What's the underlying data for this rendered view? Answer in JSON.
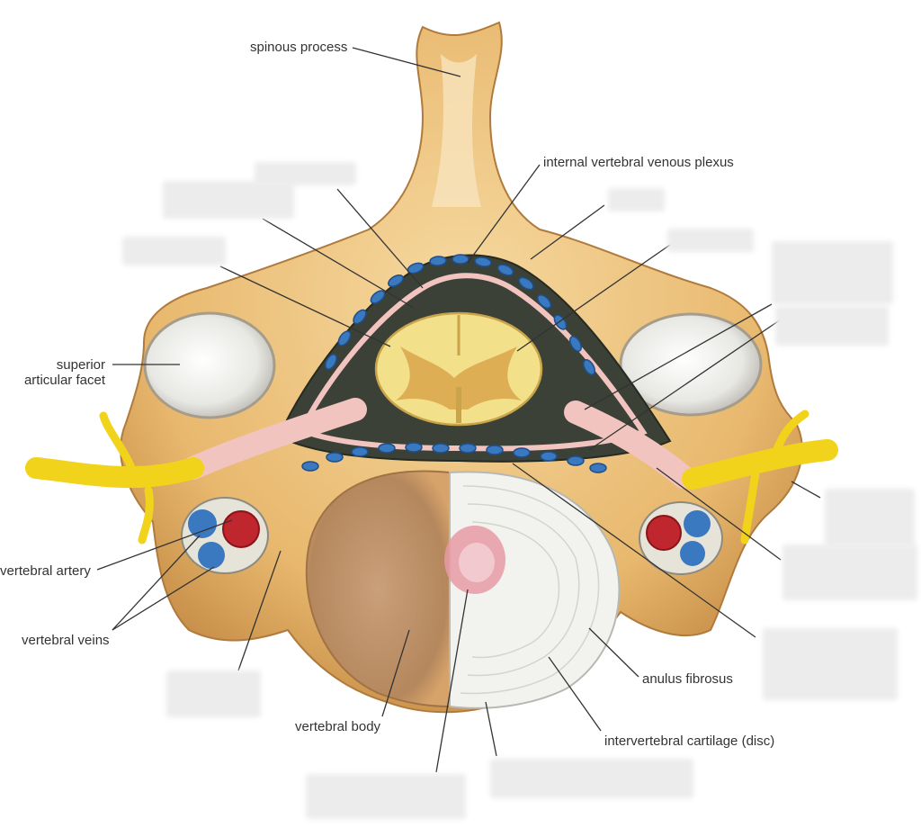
{
  "diagram": {
    "labels": {
      "spinous_process": "spinous process",
      "internal_venous_plexus": "internal vertebral venous plexus",
      "superior_facet_line1": "superior",
      "superior_facet_line2": "articular facet",
      "vertebral_artery": "vertebral artery",
      "vertebral_veins": "vertebral veins",
      "vertebral_body": "vertebral body",
      "anulus_fibrosus": "anulus fibrosus",
      "intervertebral_disc": "intervertebral cartilage (disc)"
    },
    "colors": {
      "bone": "#e8b86e",
      "bone_dark": "#c48a45",
      "spinal_cord": "#f3e08a",
      "grey_matter": "#d9a54a",
      "nerve": "#f2d31c",
      "veins": "#3a78c0",
      "artery": "#c0262e",
      "disc": "#f2f2ee",
      "nucleus": "#e79aa5",
      "dura": "#f2c4c0",
      "dark_space": "#3b4136"
    }
  }
}
